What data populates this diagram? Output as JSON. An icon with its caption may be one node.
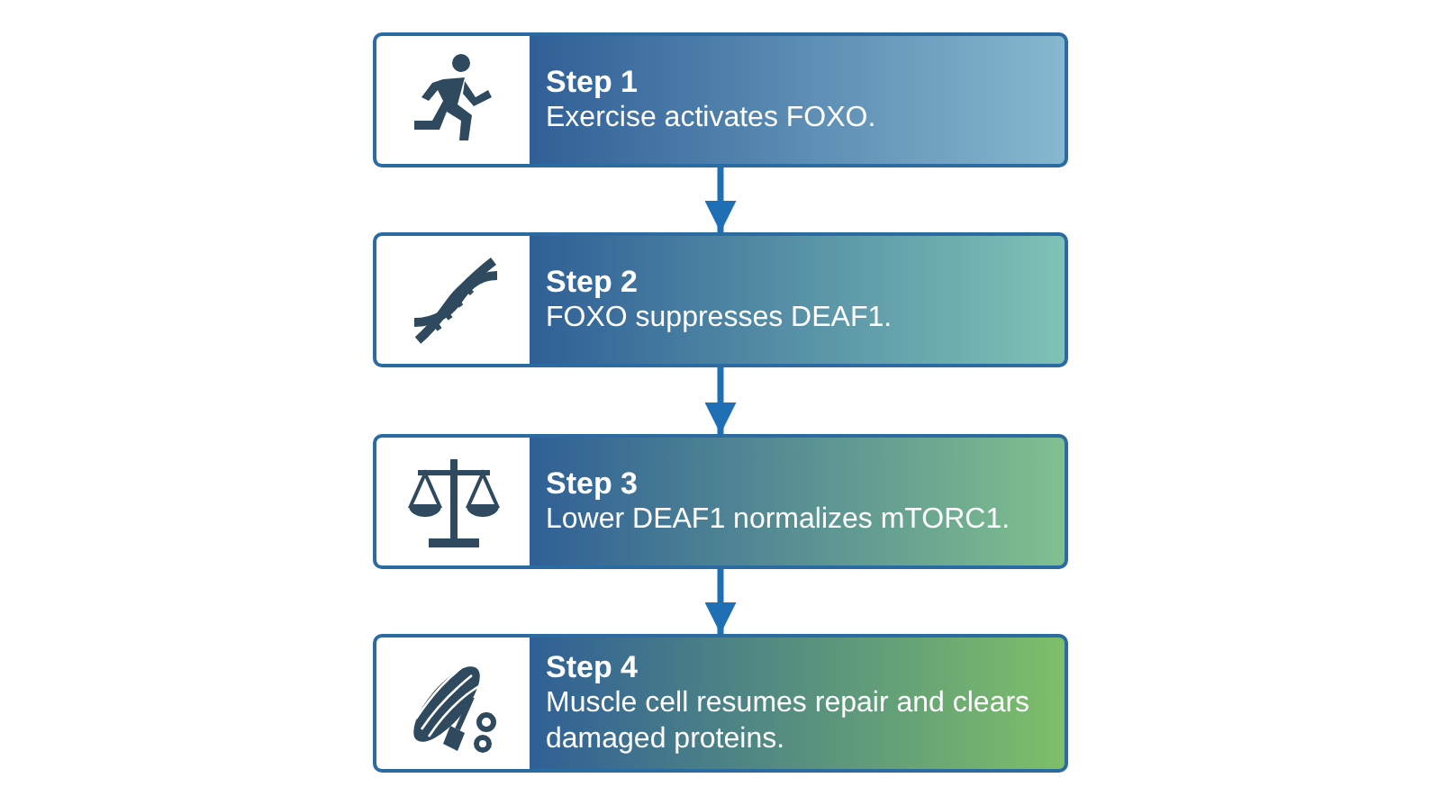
{
  "diagram": {
    "nodes": [
      {
        "text": [
          "Step 1",
          "Exercise activates FOXO."
        ]
      },
      {
        "text": [
          "Step 2",
          "FOXO suppresses DEAF1."
        ]
      },
      {
        "text": [
          "Step 3",
          "Lower DEAF1 normalizes mTORC1."
        ]
      },
      {
        "text": [
          "Step 4",
          "Muscle cell resumes repair and clears damaged proteins."
        ]
      }
    ],
    "edges": [
      {
        "from": 0,
        "to": 1,
        "arrow": "to"
      },
      {
        "from": 1,
        "to": 2,
        "arrow": "to"
      },
      {
        "from": 2,
        "to": 3,
        "arrow": "to"
      }
    ]
  }
}
